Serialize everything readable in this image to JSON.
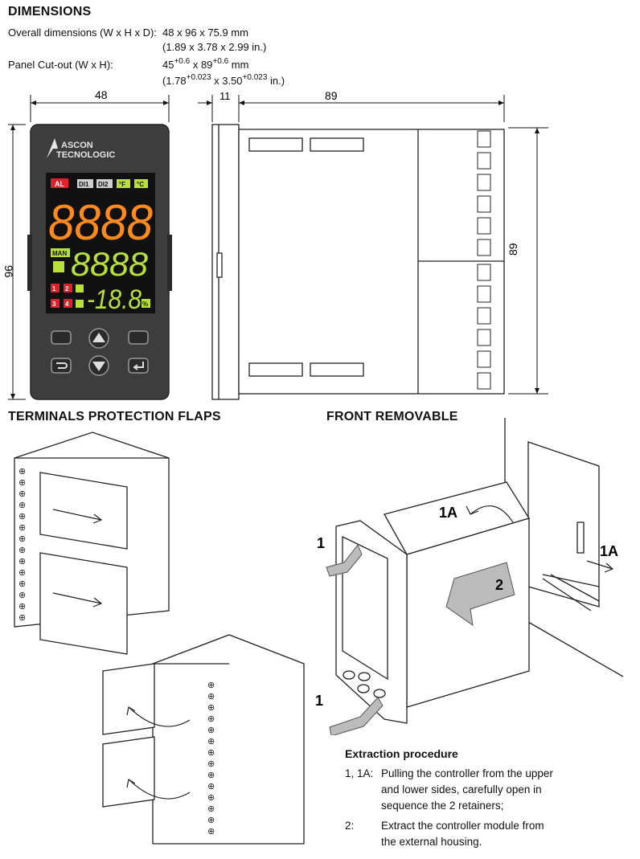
{
  "headings": {
    "dimensions": "DIMENSIONS",
    "flaps": "TERMINALS PROTECTION FLAPS",
    "front": "FRONT REMOVABLE"
  },
  "specs": {
    "overall_label": "Overall dimensions (W x H x D):",
    "overall_mm": "48 x 96 x 75.9 mm",
    "overall_in": "(1.89 x 3.78 x 2.99 in.)",
    "cutout_label": "Panel Cut-out (W x H):",
    "cutout_w": "45",
    "cutout_w_tol": "+0.6",
    "cutout_sep": " x ",
    "cutout_h": "89",
    "cutout_h_tol": "+0.6",
    "cutout_unit": " mm",
    "cutout_in_open": "(1.78",
    "cutout_in_w_tol": "+0.023",
    "cutout_in_sep": " x 3.50",
    "cutout_in_h_tol": "+0.023",
    "cutout_in_close": " in.)"
  },
  "drawing": {
    "dim_48": "48",
    "dim_96": "96",
    "dim_11": "11",
    "dim_89_top": "89",
    "dim_89_side": "89",
    "brand_line1": "ASCON",
    "brand_line2": "TECNOLOGIC",
    "ind_al": "AL",
    "ind_di1": "DI1",
    "ind_di2": "DI2",
    "ind_degf": "°F",
    "ind_degc": "°C",
    "display_top": "8888",
    "display_mid": "8888",
    "display_bottom": "-18.8",
    "ind_man": "MAN",
    "ind_percent": "%",
    "led_1": "1",
    "led_2": "2",
    "led_3": "3",
    "led_4": "4"
  },
  "front_labels": {
    "step1_top": "1",
    "step1_bottom": "1",
    "step1a_left": "1A",
    "step1a_right": "1A",
    "step2": "2"
  },
  "procedure": {
    "title": "Extraction procedure",
    "step1_key": "1, 1A:",
    "step1_text_a": "Pulling the controller from the upper",
    "step1_text_b": "and lower sides, carefully open in",
    "step1_text_c": "sequence the 2 retainers;",
    "step2_key": "2:",
    "step2_text_a": "Extract the controller module from",
    "step2_text_b": "the external housing."
  },
  "colors": {
    "display_orange": "#ff8a1c",
    "display_green": "#b8e03a",
    "led_red": "#e0202a",
    "panel_dark": "#3d3d3d"
  }
}
